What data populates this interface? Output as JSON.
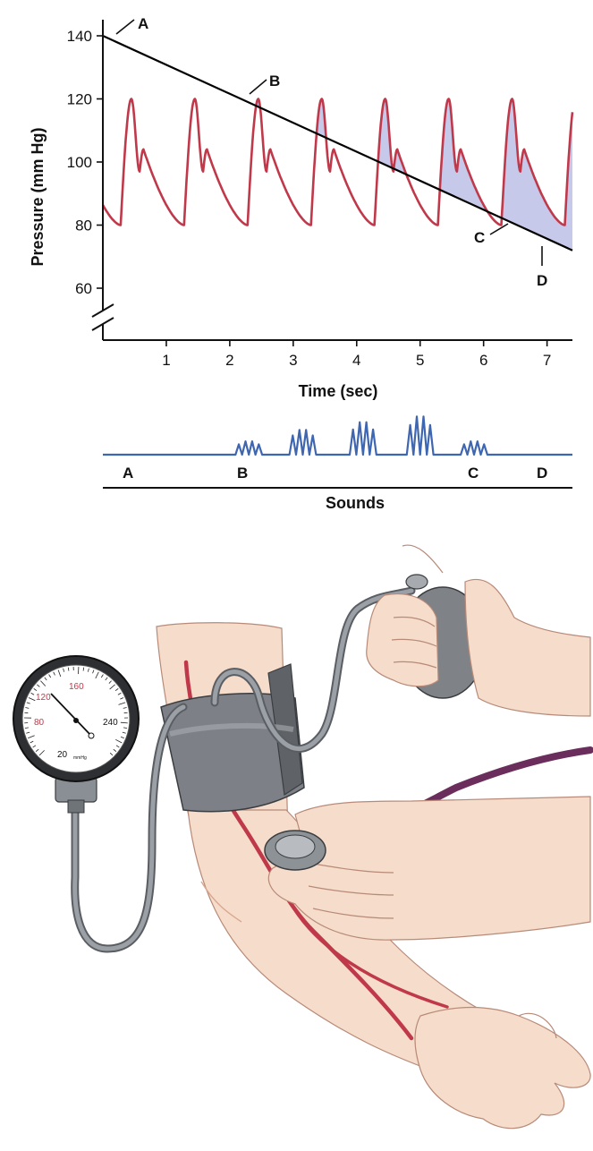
{
  "chart_data": {
    "type": "line",
    "xlabel": "Time (sec)",
    "ylabel": "Pressure (mm Hg)",
    "xlim": [
      0,
      7.4
    ],
    "ylim": [
      55,
      145
    ],
    "x_ticks": [
      1,
      2,
      3,
      4,
      5,
      6,
      7
    ],
    "y_ticks": [
      60,
      80,
      100,
      120,
      140
    ],
    "series": [
      {
        "kind": "arterial-pressure-wave",
        "color": "#c0394a",
        "period": 1.0,
        "first_peak": 0.45,
        "systolic": 120,
        "diastolic": 80,
        "dicrotic": 104
      },
      {
        "kind": "cuff-pressure-line",
        "color": "#000000",
        "points": [
          [
            0,
            140
          ],
          [
            7.4,
            72
          ]
        ]
      }
    ],
    "fill_color": "#c7c9ea",
    "points": [
      {
        "label": "A",
        "x": 0.0,
        "y": 140
      },
      {
        "label": "B",
        "x": 2.25,
        "y": 120
      },
      {
        "label": "C",
        "x": 6.5,
        "y": 80
      },
      {
        "label": "D",
        "x": 6.98,
        "y": 76
      }
    ]
  },
  "sounds": {
    "title": "Sounds",
    "color": "#3f66b0",
    "labels": [
      "A",
      "B",
      "C",
      "D"
    ],
    "bursts": [
      {
        "center": 2.3,
        "amplitude": 0.35,
        "peaks": 4
      },
      {
        "center": 3.15,
        "amplitude": 0.65,
        "peaks": 4
      },
      {
        "center": 4.1,
        "amplitude": 0.85,
        "peaks": 4
      },
      {
        "center": 5.0,
        "amplitude": 1.0,
        "peaks": 4
      },
      {
        "center": 5.85,
        "amplitude": 0.35,
        "peaks": 4
      }
    ]
  },
  "gauge": {
    "labels": [
      "120",
      "160",
      "80",
      "240",
      "20"
    ],
    "unit": "mmHg"
  },
  "colors": {
    "skin": "#f6dccb",
    "skin_shadow": "#e9bfa8",
    "cuff": "#7d8187",
    "tube": "#8a8f95",
    "artery": "#c0394a",
    "stetho_tube": "#6a2d5c"
  }
}
